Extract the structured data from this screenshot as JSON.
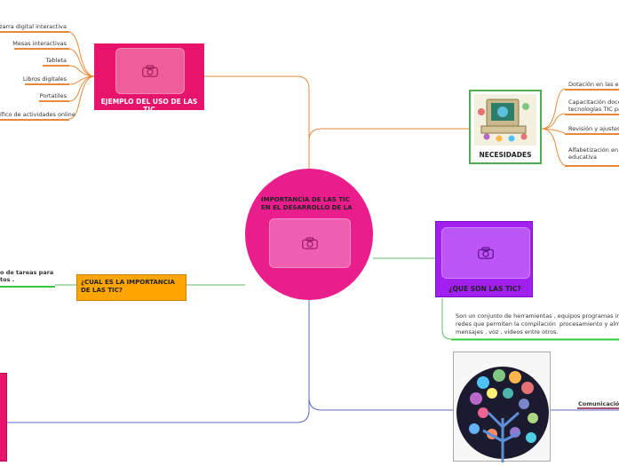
{
  "colors": {
    "central": "#e91e8c",
    "example_box": "#e8146c",
    "needs_border": "#4caf50",
    "what_box": "#a020f0",
    "importance_box": "#ffa500",
    "connector_orange": "#e8893a",
    "connector_green": "#66bb6a",
    "connector_blue": "#5c6bc0"
  },
  "central": {
    "title": "IMPORTANCIA DE LAS TIC EN EL DESARROLLO DE LA",
    "icon": "camera-icon"
  },
  "examples": {
    "title": "EJEMPLO DEL USO DE LAS TIC",
    "icon": "camera-icon",
    "items": [
      "Pizarra digital interactiva",
      "Mesas interactivas",
      "Tableta",
      "Libros digitales",
      "Portatiles",
      "ífico de actividades  online"
    ]
  },
  "needs": {
    "title": "NECESIDADES",
    "icon": "computer-illustration",
    "items": [
      "Dotación en las en la",
      "Capacitación docente\ntecnologías TIC para",
      "Revisión y ajustes de",
      "Alfabetización en el\neducativa"
    ]
  },
  "what": {
    "title": "¿QUE SON LAS TIC?",
    "icon": "camera-icon",
    "description": "Son un conjunto de herramientas , equipos programas informátic\nredes que permiten la compilación  procesamiento y almacenami\nmensajes , voz , videos entre otros."
  },
  "importance": {
    "title": "¿CUAL ES LA IMPORTANCIA DE LAS TIC?",
    "side_text": "o de tareas para\ntos ."
  },
  "communication": {
    "label": "Comunicación i",
    "icon": "social-tree-illustration"
  }
}
